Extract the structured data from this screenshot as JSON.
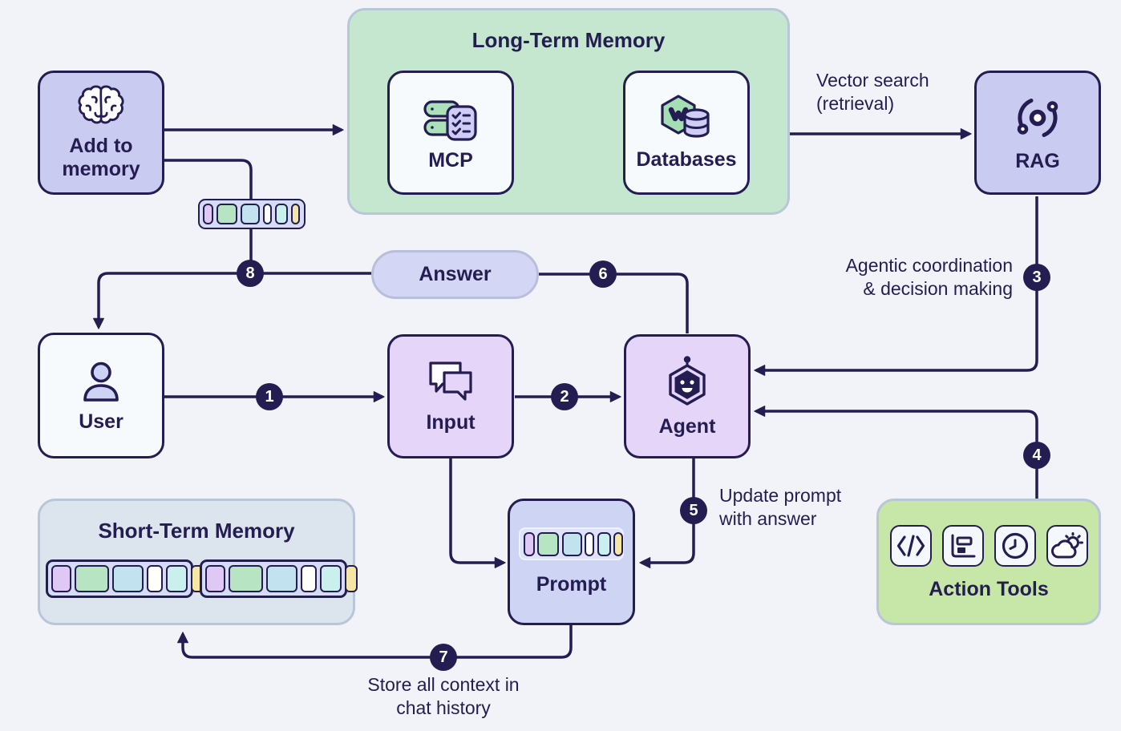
{
  "diagram": {
    "nodes": {
      "add_to_memory": {
        "label_line1": "Add to",
        "label_line2": "memory",
        "icon": "brain-icon"
      },
      "long_term_memory": {
        "title": "Long-Term Memory"
      },
      "mcp": {
        "label": "MCP",
        "icon": "server-checklist-icon"
      },
      "databases": {
        "label": "Databases",
        "icon": "hexagon-database-icon"
      },
      "rag": {
        "label": "RAG",
        "icon": "orbit-icon"
      },
      "answer": {
        "label": "Answer"
      },
      "user": {
        "label": "User",
        "icon": "person-icon"
      },
      "input": {
        "label": "Input",
        "icon": "chat-bubbles-icon"
      },
      "agent": {
        "label": "Agent",
        "icon": "robot-icon"
      },
      "prompt": {
        "label": "Prompt"
      },
      "short_term_memory": {
        "title": "Short-Term Memory"
      },
      "action_tools": {
        "label": "Action Tools",
        "icons": [
          "code-icon",
          "bar-chart-icon",
          "clock-icon",
          "weather-icon"
        ]
      }
    },
    "annotations": {
      "vector_search": {
        "line1": "Vector search",
        "line2": "(retrieval)"
      },
      "agentic_coordination": {
        "line1": "Agentic coordination",
        "line2": "& decision making"
      },
      "update_prompt": {
        "line1": "Update prompt",
        "line2": "with answer"
      },
      "store_context": {
        "line1": "Store all context in",
        "line2": "chat history"
      }
    },
    "edges": [
      {
        "step": "1",
        "from": "user",
        "to": "input"
      },
      {
        "step": "2",
        "from": "input",
        "to": "agent"
      },
      {
        "step": "3",
        "from": "rag",
        "to": "agent"
      },
      {
        "step": "4",
        "from": "action_tools",
        "to": "agent"
      },
      {
        "step": "5",
        "from": "agent",
        "to": "prompt",
        "label": "Update prompt with answer"
      },
      {
        "step": "6",
        "from": "agent",
        "to": "answer"
      },
      {
        "step": "7",
        "from": "prompt",
        "to": "short_term_memory",
        "label": "Store all context in chat history"
      },
      {
        "step": "8",
        "from": "answer",
        "to": "user"
      }
    ],
    "unnumbered_edges": [
      {
        "from": "add_to_memory",
        "to": "long_term_memory"
      },
      {
        "from": "add_to_memory",
        "to": "token_strip"
      },
      {
        "from": "long_term_memory",
        "to": "rag",
        "label": "Vector search (retrieval)"
      }
    ],
    "token_strips": {
      "palette": {
        "purple": "#e0c8f5",
        "green": "#b7e5c4",
        "blue": "#c3e2f0",
        "white": "#ffffff",
        "teal": "#c9f0ec",
        "yellow": "#f6e6a6"
      },
      "sequence": [
        "purple",
        "green",
        "blue",
        "white",
        "teal",
        "yellow"
      ],
      "widths": {
        "small": [
          13,
          26,
          24,
          11,
          16,
          11
        ],
        "prompt": [
          14,
          27,
          25,
          12,
          17,
          12
        ],
        "large": [
          25,
          43,
          39,
          20,
          27,
          16
        ]
      }
    },
    "colors": {
      "background": "#f1f3f9",
      "ink": "#241d52",
      "lavender_node": "#c9cbf0",
      "purple_node": "#e5d5f8",
      "periwinkle_node": "#ced4f3",
      "white_node": "#f7fafd",
      "answer_pill": "#d3d6f4",
      "green_group": "#c5e7d0",
      "grey_group": "#dce4ee",
      "lime_group": "#c7e7a8",
      "group_border": "#b8c6d8",
      "strip_bg": "#d6dcf5"
    }
  }
}
